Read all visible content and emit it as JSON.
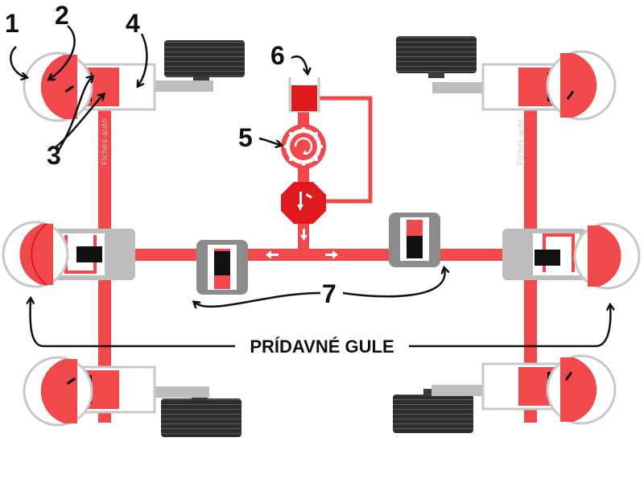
{
  "labels": {
    "n1": "1",
    "n2": "2",
    "n3": "3",
    "n4": "4",
    "n5": "5",
    "n6": "6",
    "n7": "7",
    "extra_spheres": "PRÍDAVNÉ GULE"
  },
  "watermark": "Fiches-auto",
  "colors": {
    "fluid_red": "#f0484b",
    "dark_red": "#e0191c",
    "cylinder_grey": "#b9b9b9",
    "block_grey": "#8c8c8c",
    "tyre_dark": "#3a3a3a",
    "piston_black": "#111111",
    "arrow_black": "#111111"
  }
}
